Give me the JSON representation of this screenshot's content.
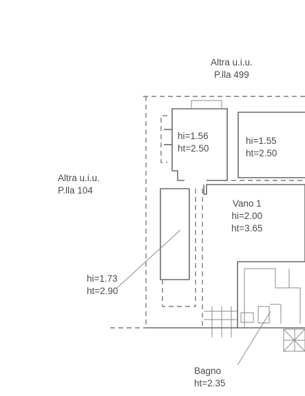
{
  "labels": {
    "neighbor_top": {
      "line1": "Altra u.i.u.",
      "line2": "P.lla 499"
    },
    "neighbor_left": {
      "line1": "Altra u.i.u.",
      "line2": "P.lla 104"
    },
    "room_small_top": {
      "hi": "hi=1.56",
      "ht": "ht=2.50"
    },
    "room_right_top": {
      "hi": "hi=1.55",
      "ht": "ht=2.50"
    },
    "vano": {
      "name": "Vano 1",
      "hi": "hi=2.00",
      "ht": "ht=3.65"
    },
    "corridor": {
      "hi": "hi=1.73",
      "ht": "ht=2.90"
    },
    "bagno": {
      "name": "Bagno",
      "ht": "ht=2.35"
    }
  }
}
